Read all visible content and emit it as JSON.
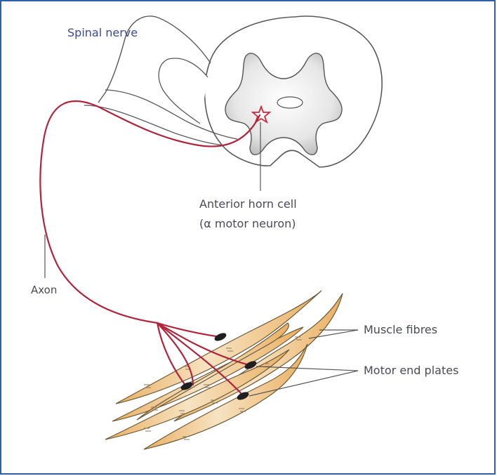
{
  "labels": {
    "spinal_nerve": "Spinal nerve",
    "anterior_horn_cell_line1": "Anterior horn cell",
    "anterior_horn_cell_line2": "(α motor neuron)",
    "axon": "Axon",
    "muscle_fibres": "Muscle fibres",
    "motor_end_plates": "Motor end plates"
  },
  "colors": {
    "frame_border": "#2f5fa8",
    "axon": "#b0243e",
    "neuron_star": "#d4263b",
    "muscle_fill": "#f2c27a",
    "muscle_fill_light": "#f7e3c2",
    "outline": "#555555",
    "end_plate": "#222222",
    "spinal_nerve_label": "#3b4a8a"
  }
}
